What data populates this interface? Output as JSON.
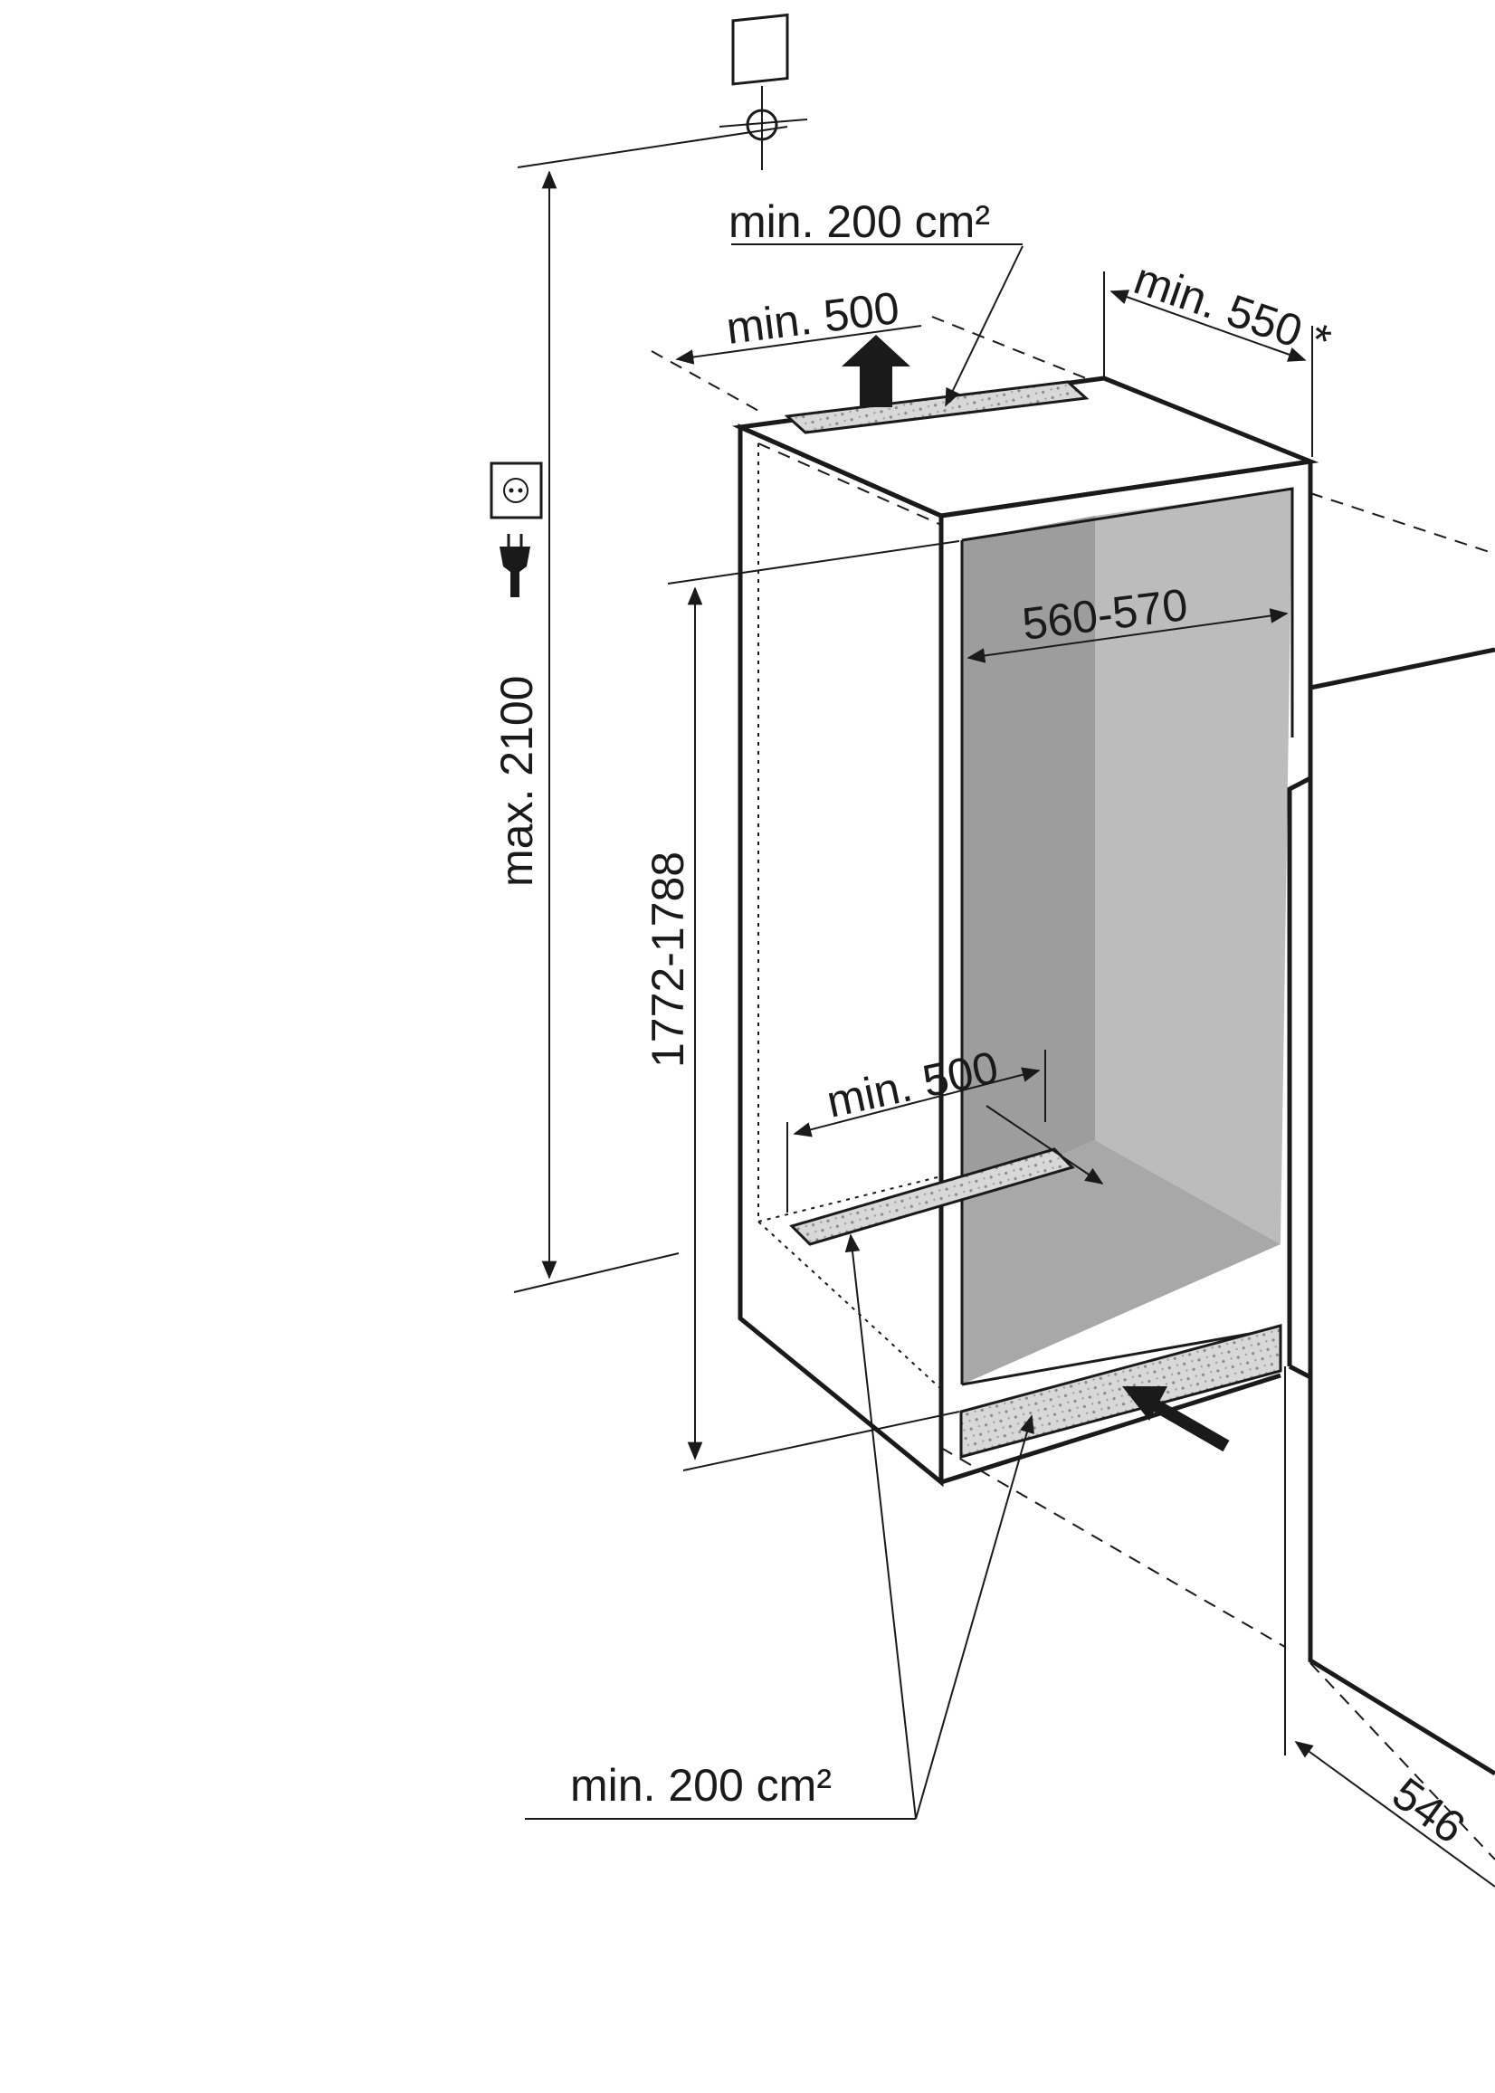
{
  "labels": {
    "top_vent_area": "min. 200 cm²",
    "top_gap": "min. 500",
    "depth": "min. 550 *",
    "max_height": "max. 2100",
    "niche_width": "560-570",
    "niche_height": "1772-1788",
    "bottom_gap": "min. 500",
    "bottom_vent_area": "min. 200 cm²",
    "appliance_depth": "546"
  },
  "icons": [
    "mounting-point-icon",
    "power-socket-icon",
    "power-plug-icon",
    "air-flow-up-arrow-icon",
    "air-flow-in-arrow-icon"
  ],
  "colors": {
    "line": "#1a1a1a",
    "niche_back_dark": "#9d9d9d",
    "niche_back_light": "#bcbcbc",
    "background": "#ffffff"
  }
}
